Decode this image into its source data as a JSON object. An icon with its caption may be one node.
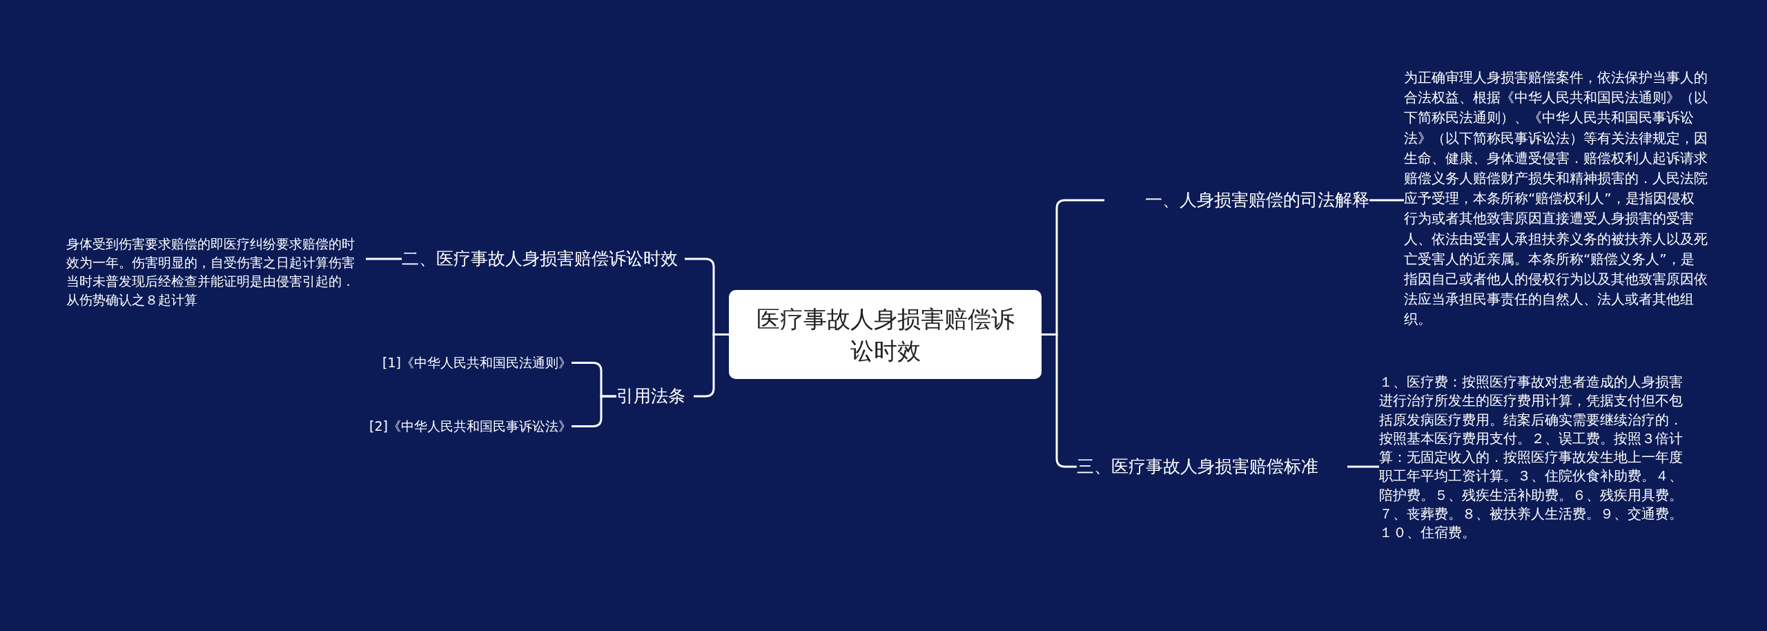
{
  "diagram": {
    "nodes": [
      {
        "text": [
          "医疗事故人身损害赔偿诉讼时效"
        ]
      },
      {
        "text": [
          "二、医疗事故人身损害赔偿诉讼时效"
        ]
      },
      {
        "text": [
          "身体受到伤害要求赔偿的即医疗纠纷要求赔偿的时效为一年。伤害明显的，自受伤害之日起计算伤害当时未普发现后经检查并能证明是由侵害引起的．从伤势确认之８起计算"
        ]
      },
      {
        "text": [
          "引用法条"
        ]
      },
      {
        "text": [
          "[1]《中华人民共和国民法通则》"
        ]
      },
      {
        "text": [
          "[2]《中华人民共和国民事诉讼法》"
        ]
      },
      {
        "text": [
          "一、人身损害赔偿的司法解释"
        ]
      },
      {
        "text": [
          "为正确审理人身损害赔偿案件，依法保护当事人的合法权益、根据《中华人民共和国民法通则》（以下简称民法通则）、《中华人民共和国民事诉讼法》（以下简称民事诉讼法）等有关法律规定，因生命、健康、身体遭受侵害．赔偿权利人起诉请求赔偿义务人赔偿财产损失和精神损害的．人民法院应予受理，本条所称“赔偿权利人”，是指因侵权行为或者其他致害原因直接遭受人身损害的受害人、依法由受害人承担扶养义务的被扶养人以及死亡受害人的近亲属。本条所称“赔偿义务人”，是指因自己或者他人的侵权行为以及其他致害原因依法应当承担民事责任的自然人、法人或者其他组织。"
        ]
      },
      {
        "text": [
          "三、医疗事故人身损害赔偿标准"
        ]
      },
      {
        "text": [
          "１、医疗费：按照医疗事故对患者造成的人身损害进行治疗所发生的医疗费用计算，凭据支付但不包括原发病医疗费用。结案后确实需要继续治疗的．按照基本医疗费用支付。２、误工费。按照３倍计算：无固定收入的．按照医疗事故发生地上一年度职工年平均工资计算。３、住院伙食补助费。４、陪护费。５、残疾生活补助费。６、残疾用具费。７、丧葬费。８、被扶养人生活费。９、交通费。１０、住宿费。"
        ]
      }
    ],
    "edges": [
      {
        "from": 0,
        "to": 1,
        "arrow": "none"
      },
      {
        "from": 0,
        "to": 3,
        "arrow": "none"
      },
      {
        "from": 1,
        "to": 2,
        "arrow": "none"
      },
      {
        "from": 3,
        "to": 4,
        "arrow": "none"
      },
      {
        "from": 3,
        "to": 5,
        "arrow": "none"
      },
      {
        "from": 0,
        "to": 6,
        "arrow": "none"
      },
      {
        "from": 0,
        "to": 8,
        "arrow": "none"
      },
      {
        "from": 6,
        "to": 7,
        "arrow": "none"
      },
      {
        "from": 8,
        "to": 9,
        "arrow": "none"
      }
    ]
  }
}
